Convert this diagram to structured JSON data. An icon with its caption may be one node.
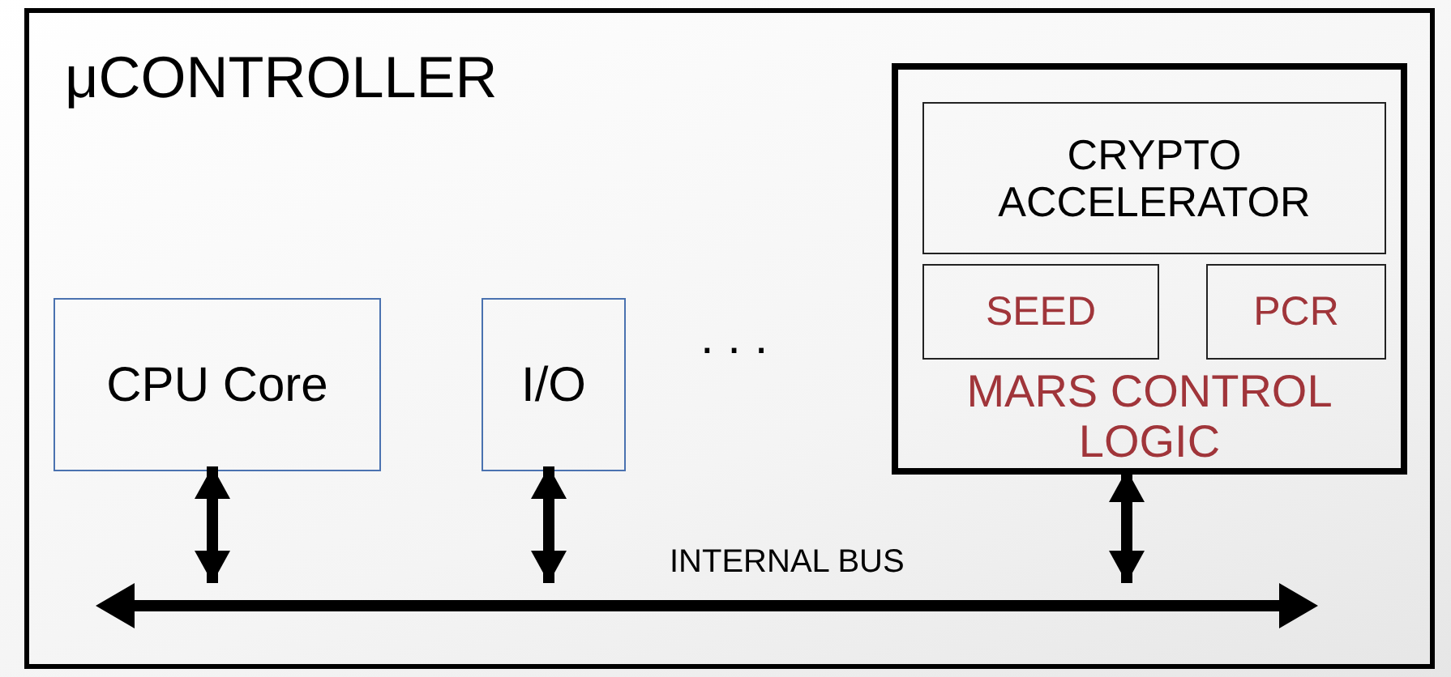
{
  "diagram": {
    "nodes": [
      {
        "text": [
          "μCONTROLLER"
        ]
      },
      {
        "text": [
          "CPU Core"
        ],
        "in": 0
      },
      {
        "text": [
          "I/O"
        ],
        "in": 0
      },
      {
        "text": [
          "MARS CONTROL LOGIC"
        ],
        "in": 0
      },
      {
        "text": [
          "CRYPTO ACCELERATOR"
        ],
        "in": 3
      },
      {
        "text": [
          "SEED"
        ],
        "in": 3
      },
      {
        "text": [
          "PCR"
        ],
        "in": 3
      },
      {
        "text": [],
        "shape": "bar",
        "beside": [
          "INTERNAL BUS"
        ],
        "in": 0
      }
    ],
    "edges": [
      {
        "from": 1,
        "to": 7,
        "arrow": "both"
      },
      {
        "from": 2,
        "to": 7,
        "arrow": "both"
      },
      {
        "from": 3,
        "to": 7,
        "arrow": "both"
      }
    ],
    "labels": [
      ". . ."
    ]
  }
}
